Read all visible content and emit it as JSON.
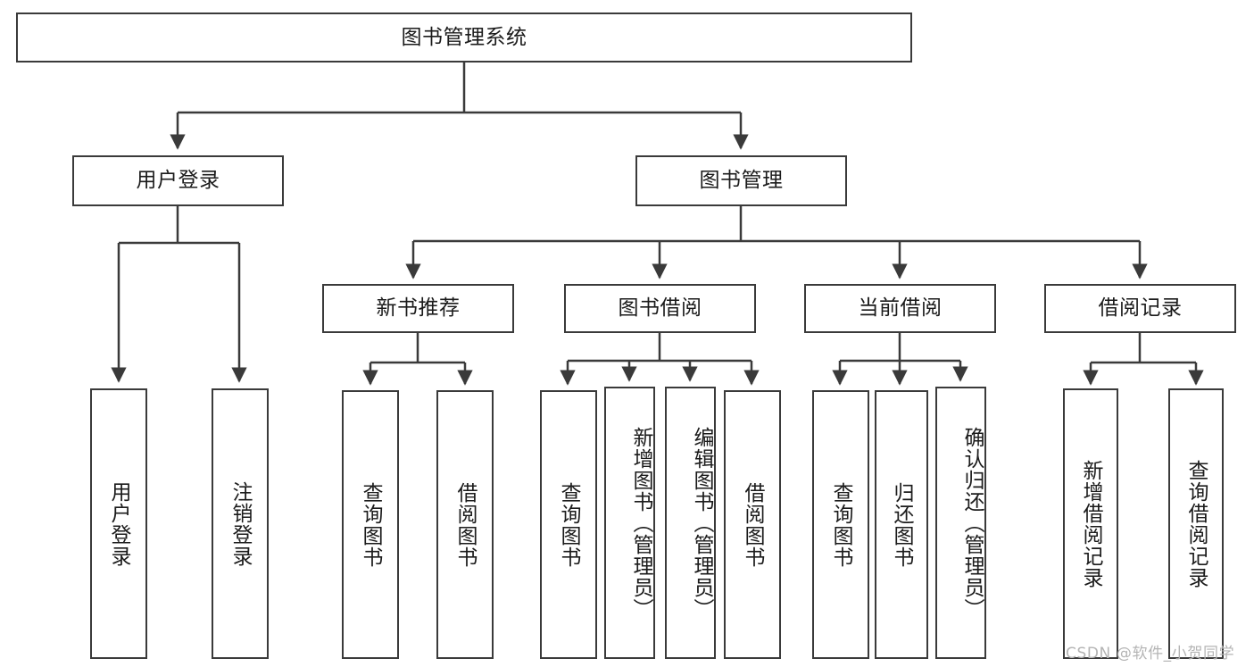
{
  "diagram": {
    "title": "图书管理系统",
    "watermark": "CSDN @软件_小贺同学",
    "stroke_color": "#3a3a3a",
    "text_color": "#1b1b1b",
    "background_color": "#ffffff",
    "watermark_color": "#b4b4b4"
  },
  "nodes": {
    "root": {
      "label": "图书管理系统",
      "level": 0
    },
    "user_login": {
      "label": "用户登录",
      "level": 1
    },
    "book_manage": {
      "label": "图书管理",
      "level": 1
    },
    "new_book_rec": {
      "label": "新书推荐",
      "level": 2
    },
    "book_borrow": {
      "label": "图书借阅",
      "level": 2
    },
    "current_borrow": {
      "label": "当前借阅",
      "level": 2
    },
    "borrow_record": {
      "label": "借阅记录",
      "level": 2
    },
    "leaf_user_login": {
      "label": "用户登录",
      "level": 3
    },
    "leaf_logout": {
      "label": "注销登录",
      "level": 3
    },
    "leaf_query_book_1": {
      "label": "查询图书",
      "level": 3
    },
    "leaf_borrow_book_1": {
      "label": "借阅图书",
      "level": 3
    },
    "leaf_query_book_2": {
      "label": "查询图书",
      "level": 3
    },
    "leaf_add_book": {
      "label": "新增图书（管理员）",
      "level": 3
    },
    "leaf_edit_book": {
      "label": "编辑图书（管理员）",
      "level": 3
    },
    "leaf_borrow_book_2": {
      "label": "借阅图书",
      "level": 3
    },
    "leaf_query_book_3": {
      "label": "查询图书",
      "level": 3
    },
    "leaf_return_book": {
      "label": "归还图书",
      "level": 3
    },
    "leaf_confirm_return": {
      "label": "确认归还（管理员）",
      "level": 3
    },
    "leaf_add_record": {
      "label": "新增借阅记录",
      "level": 3
    },
    "leaf_query_record": {
      "label": "查询借阅记录",
      "level": 3
    }
  },
  "tree": {
    "type": "hierarchy",
    "root": "图书管理系统",
    "children": [
      {
        "label": "用户登录",
        "children": [
          {
            "label": "用户登录"
          },
          {
            "label": "注销登录"
          }
        ]
      },
      {
        "label": "图书管理",
        "children": [
          {
            "label": "新书推荐",
            "children": [
              {
                "label": "查询图书"
              },
              {
                "label": "借阅图书"
              }
            ]
          },
          {
            "label": "图书借阅",
            "children": [
              {
                "label": "查询图书"
              },
              {
                "label": "新增图书（管理员）"
              },
              {
                "label": "编辑图书（管理员）"
              },
              {
                "label": "借阅图书"
              }
            ]
          },
          {
            "label": "当前借阅",
            "children": [
              {
                "label": "查询图书"
              },
              {
                "label": "归还图书"
              },
              {
                "label": "确认归还（管理员）"
              }
            ]
          },
          {
            "label": "借阅记录",
            "children": [
              {
                "label": "新增借阅记录"
              },
              {
                "label": "查询借阅记录"
              }
            ]
          }
        ]
      }
    ]
  }
}
